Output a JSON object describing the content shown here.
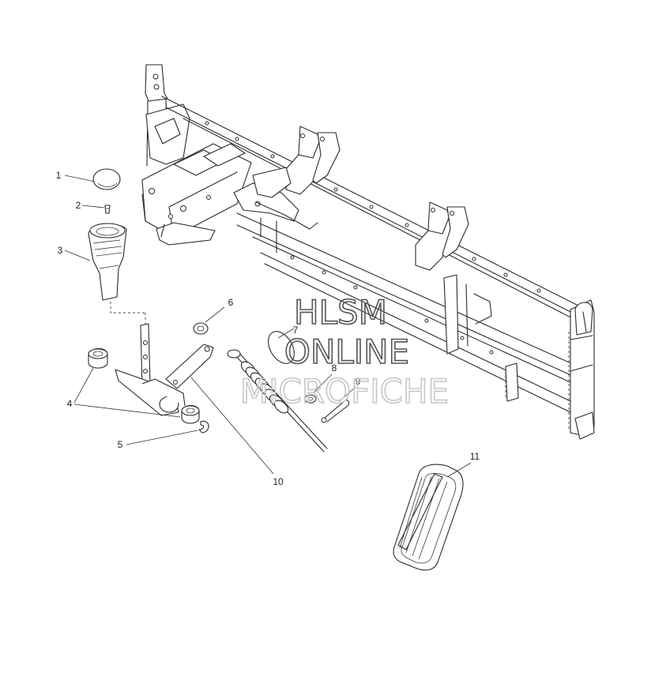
{
  "diagram": {
    "callouts": [
      {
        "id": "1",
        "label": "1"
      },
      {
        "id": "2",
        "label": "2"
      },
      {
        "id": "3",
        "label": "3"
      },
      {
        "id": "4",
        "label": "4"
      },
      {
        "id": "5",
        "label": "5"
      },
      {
        "id": "6",
        "label": "6"
      },
      {
        "id": "7",
        "label": "7"
      },
      {
        "id": "8",
        "label": "8"
      },
      {
        "id": "9",
        "label": "9"
      },
      {
        "id": "10",
        "label": "10"
      },
      {
        "id": "11",
        "label": "11"
      }
    ]
  },
  "watermark": {
    "line1": "HLSM",
    "line2": "ONLINE",
    "line3": "MICROFICHE"
  },
  "colors": {
    "line": "#2a2a2a",
    "background": "#ffffff",
    "watermark_dark": "#555555",
    "watermark_light": "#c8c8c8"
  }
}
